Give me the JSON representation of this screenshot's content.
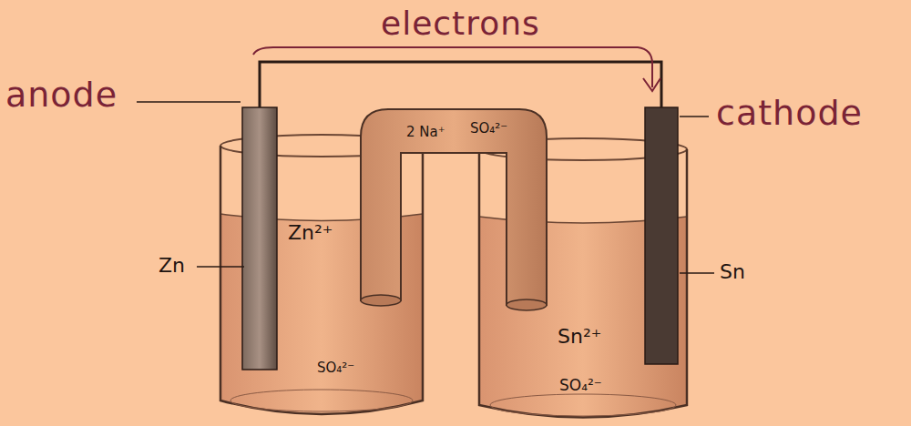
{
  "diagram": {
    "labels": [
      "electrons",
      "anode",
      "cathode",
      "Zn",
      "Zn²⁺",
      "2 Na⁺",
      "SO₄²⁻",
      "SO₄²⁻",
      "Sn²⁺",
      "Sn",
      "SO₄²⁻"
    ]
  }
}
